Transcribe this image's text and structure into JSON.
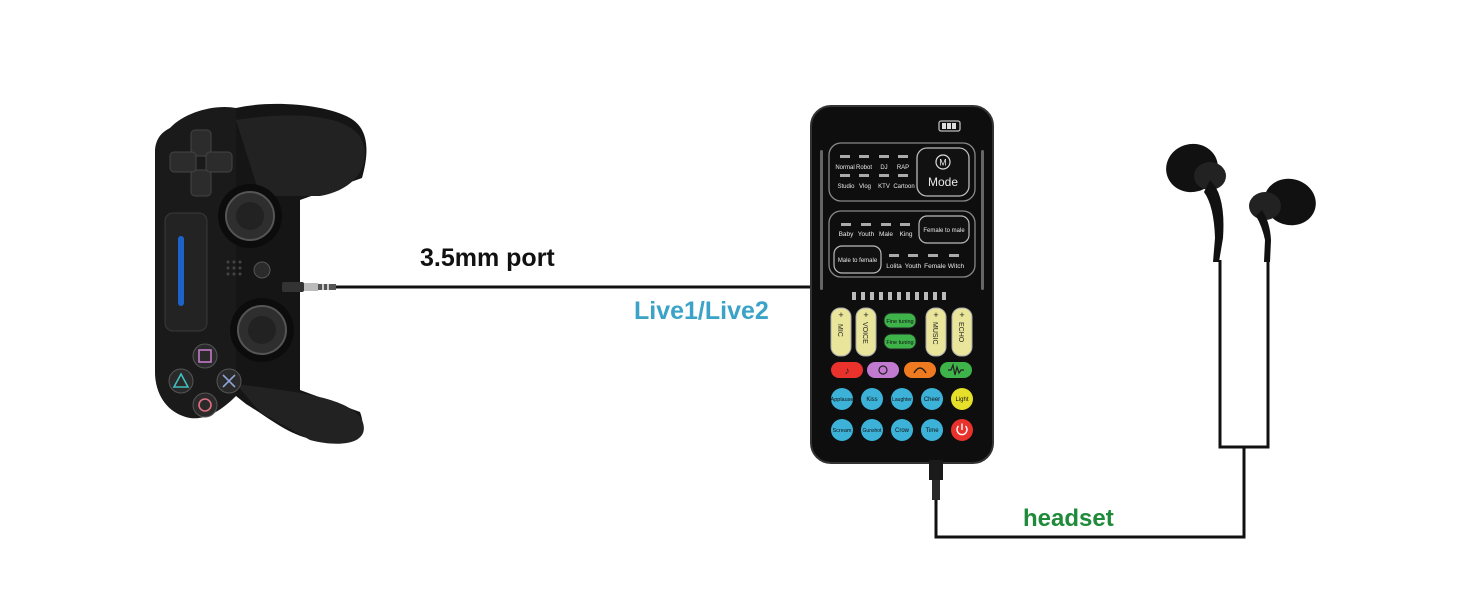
{
  "labels": {
    "port": "3.5mm port",
    "live": "Live1/Live2",
    "headset": "headset"
  },
  "colors": {
    "port": "#111111",
    "live": "#3aa3c7",
    "headset": "#1e8a3a",
    "device_body": "#0e0e0e",
    "yellow_slider": "#e9e59b",
    "green_button": "#3db34a",
    "blue_button": "#3db2d9",
    "red_button": "#e8322b"
  },
  "device": {
    "modes": {
      "row1": [
        "Normal",
        "Robot",
        "DJ",
        "RAP"
      ],
      "row2": [
        "Studio",
        "Vlog",
        "KTV",
        "Cartoon"
      ],
      "mode_button": "Mode",
      "mode_icon": "M"
    },
    "voices": {
      "row1": [
        "Baby",
        "Youth",
        "Male",
        "King"
      ],
      "female_to_male": "Female to male",
      "male_to_female": "Male to female",
      "row2": [
        "Lolita",
        "Youth",
        "Female",
        "Witch"
      ]
    },
    "sliders": [
      "MIC",
      "VOICE",
      "MUSIC",
      "ECHO"
    ],
    "fine_tuning": [
      "Fine tuning",
      "Fine tuning"
    ],
    "effects": [
      "music-note-icon",
      "baby-icon",
      "monster-icon",
      "waveform-icon"
    ],
    "sound_row1": [
      "Applause",
      "Kiss",
      "Laughter",
      "Cheer",
      "Light"
    ],
    "sound_row2": [
      "Scream",
      "Gunshot",
      "Crow",
      "Time"
    ],
    "power_icon": "power-icon"
  }
}
